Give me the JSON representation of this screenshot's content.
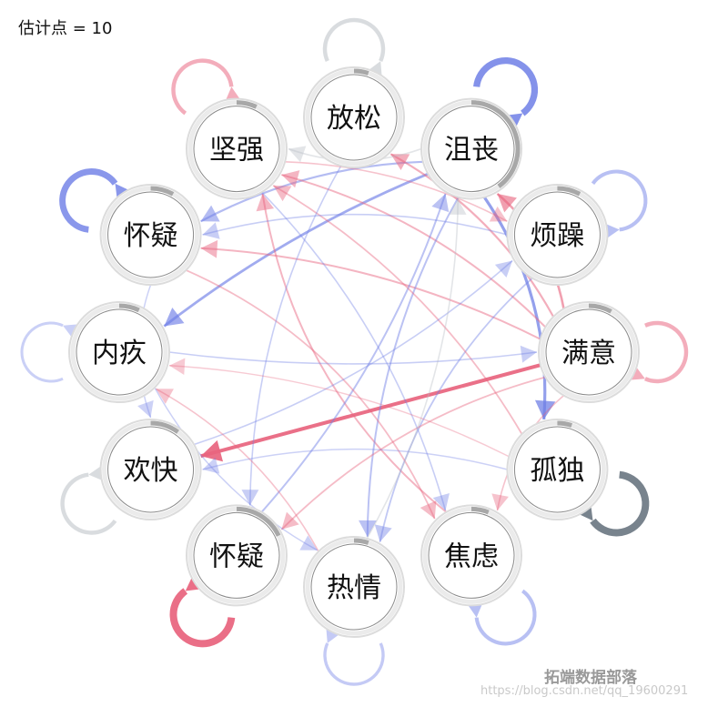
{
  "header": {
    "estimation_points": "估计点 = 10"
  },
  "colors": {
    "positive": "#e8647e",
    "negative": "#6f7fe6",
    "neutral": "#b7bcc2",
    "dark": "#6e7a84"
  },
  "nodes": [
    {
      "id": "n0",
      "label": "放松",
      "pie": 0.05
    },
    {
      "id": "n1",
      "label": "沮丧",
      "pie": 0.4
    },
    {
      "id": "n2",
      "label": "烦躁",
      "pie": 0.08
    },
    {
      "id": "n3",
      "label": "满意",
      "pie": 0.08
    },
    {
      "id": "n4",
      "label": "孤独",
      "pie": 0.05
    },
    {
      "id": "n5",
      "label": "焦虑",
      "pie": 0.06
    },
    {
      "id": "n6",
      "label": "热情",
      "pie": 0.05
    },
    {
      "id": "n7",
      "label": "怀疑",
      "pie": 0.18
    },
    {
      "id": "n8",
      "label": "欢快",
      "pie": 0.1
    },
    {
      "id": "n9",
      "label": "内疚",
      "pie": 0.07
    },
    {
      "id": "n10",
      "label": "怀疑",
      "pie": 0.08
    },
    {
      "id": "n11",
      "label": "坚强",
      "pie": 0.07
    }
  ],
  "self_loops": [
    {
      "node": "n0",
      "sign": "neutral",
      "weight": 0.35
    },
    {
      "node": "n1",
      "sign": "negative",
      "weight": 0.75
    },
    {
      "node": "n2",
      "sign": "negative",
      "weight": 0.3
    },
    {
      "node": "n3",
      "sign": "positive",
      "weight": 0.35
    },
    {
      "node": "n4",
      "sign": "dark",
      "weight": 0.85
    },
    {
      "node": "n5",
      "sign": "negative",
      "weight": 0.3
    },
    {
      "node": "n6",
      "sign": "negative",
      "weight": 0.2
    },
    {
      "node": "n7",
      "sign": "positive",
      "weight": 0.85
    },
    {
      "node": "n8",
      "sign": "neutral",
      "weight": 0.35
    },
    {
      "node": "n9",
      "sign": "negative",
      "weight": 0.15
    },
    {
      "node": "n10",
      "sign": "negative",
      "weight": 0.7
    },
    {
      "node": "n11",
      "sign": "positive",
      "weight": 0.35
    }
  ],
  "edges": [
    {
      "from": "n3",
      "to": "n8",
      "sign": "positive",
      "weight": 0.75,
      "curve": 0.0
    },
    {
      "from": "n1",
      "to": "n4",
      "sign": "negative",
      "weight": 0.55,
      "curve": -0.12
    },
    {
      "from": "n1",
      "to": "n9",
      "sign": "negative",
      "weight": 0.45,
      "curve": 0.05
    },
    {
      "from": "n3",
      "to": "n1",
      "sign": "positive",
      "weight": 0.4,
      "curve": 0.1
    },
    {
      "from": "n1",
      "to": "n10",
      "sign": "negative",
      "weight": 0.3,
      "curve": 0.08
    },
    {
      "from": "n3",
      "to": "n10",
      "sign": "positive",
      "weight": 0.25,
      "curve": 0.08
    },
    {
      "from": "n3",
      "to": "n11",
      "sign": "positive",
      "weight": 0.25,
      "curve": 0.1
    },
    {
      "from": "n5",
      "to": "n11",
      "sign": "positive",
      "weight": 0.25,
      "curve": -0.15
    },
    {
      "from": "n3",
      "to": "n0",
      "sign": "positive",
      "weight": 0.3,
      "curve": 0.1
    },
    {
      "from": "n1",
      "to": "n6",
      "sign": "negative",
      "weight": 0.25,
      "curve": 0.1
    },
    {
      "from": "n7",
      "to": "n1",
      "sign": "negative",
      "weight": 0.25,
      "curve": 0.08
    },
    {
      "from": "n2",
      "to": "n6",
      "sign": "negative",
      "weight": 0.2,
      "curve": 0.12
    },
    {
      "from": "n4",
      "to": "n11",
      "sign": "positive",
      "weight": 0.2,
      "curve": 0.1
    },
    {
      "from": "n10",
      "to": "n5",
      "sign": "positive",
      "weight": 0.2,
      "curve": -0.15
    },
    {
      "from": "n3",
      "to": "n7",
      "sign": "positive",
      "weight": 0.2,
      "curve": 0.1
    },
    {
      "from": "n9",
      "to": "n3",
      "sign": "negative",
      "weight": 0.15,
      "curve": 0.05
    },
    {
      "from": "n11",
      "to": "n5",
      "sign": "negative",
      "weight": 0.15,
      "curve": -0.1
    },
    {
      "from": "n2",
      "to": "n10",
      "sign": "negative",
      "weight": 0.15,
      "curve": 0.1
    },
    {
      "from": "n0",
      "to": "n7",
      "sign": "negative",
      "weight": 0.15,
      "curve": 0.1
    },
    {
      "from": "n8",
      "to": "n2",
      "sign": "negative",
      "weight": 0.15,
      "curve": 0.08
    },
    {
      "from": "n6",
      "to": "n9",
      "sign": "positive",
      "weight": 0.15,
      "curve": 0.1
    },
    {
      "from": "n3",
      "to": "n5",
      "sign": "positive",
      "weight": 0.15,
      "curve": 0.1
    },
    {
      "from": "n11",
      "to": "n2",
      "sign": "positive",
      "weight": 0.15,
      "curve": -0.08
    },
    {
      "from": "n4",
      "to": "n8",
      "sign": "negative",
      "weight": 0.12,
      "curve": 0.1
    },
    {
      "from": "n1",
      "to": "n11",
      "sign": "neutral",
      "weight": 0.15,
      "curve": -0.1
    },
    {
      "from": "n6",
      "to": "n1",
      "sign": "neutral",
      "weight": 0.15,
      "curve": 0.1
    },
    {
      "from": "n9",
      "to": "n6",
      "sign": "negative",
      "weight": 0.12,
      "curve": 0.1
    },
    {
      "from": "n10",
      "to": "n8",
      "sign": "negative",
      "weight": 0.12,
      "curve": 0.1
    },
    {
      "from": "n4",
      "to": "n9",
      "sign": "positive",
      "weight": 0.1,
      "curve": 0.08
    }
  ],
  "watermark": {
    "brand": "拓端数据部落",
    "url": "https://blog.csdn.net/qq_19600291"
  }
}
